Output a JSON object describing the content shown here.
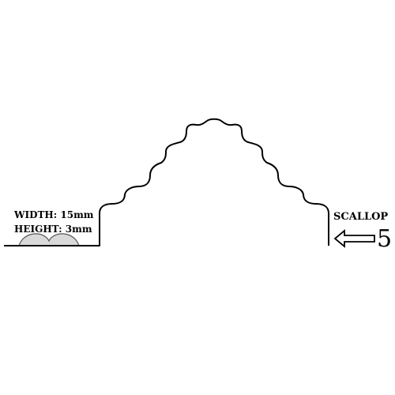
{
  "specs": {
    "width_label": "WIDTH: 15mm",
    "height_label": "HEIGHT: 3mm"
  },
  "pattern": {
    "name": "SCALLOP",
    "number": "5"
  },
  "colors": {
    "line": "#000000",
    "sample_fill": "#d9d9d9",
    "background": "#ffffff"
  },
  "icons": {
    "pointer": "left-arrow-icon"
  }
}
